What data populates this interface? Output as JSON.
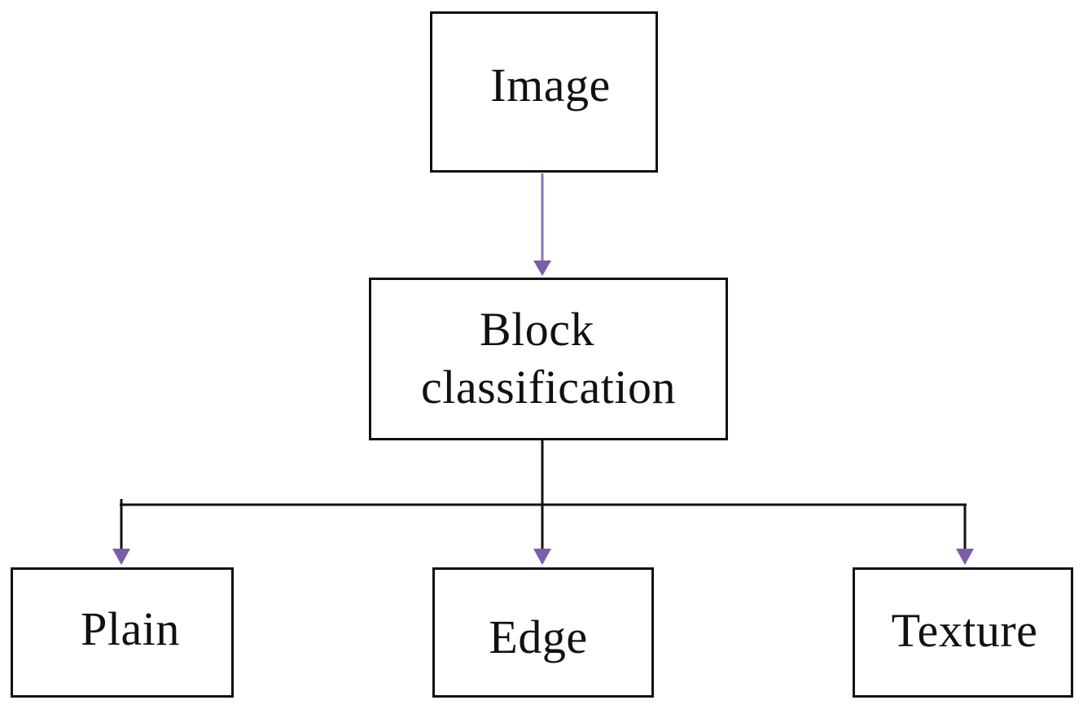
{
  "diagram": {
    "nodes": {
      "image": {
        "label": "Image"
      },
      "block": {
        "label_line1": "Block",
        "label_line2": "classification"
      },
      "plain": {
        "label": "Plain"
      },
      "edge": {
        "label": "Edge"
      },
      "texture": {
        "label": "Texture"
      }
    },
    "edges": [
      {
        "from": "Image",
        "to": "Block classification"
      },
      {
        "from": "Block classification",
        "to": "Plain"
      },
      {
        "from": "Block classification",
        "to": "Edge"
      },
      {
        "from": "Block classification",
        "to": "Texture"
      }
    ],
    "colors": {
      "line": "#111111",
      "arrowhead": "#7b5ea7",
      "image_connector": "#8c74b3",
      "box_border": "#111111"
    }
  }
}
